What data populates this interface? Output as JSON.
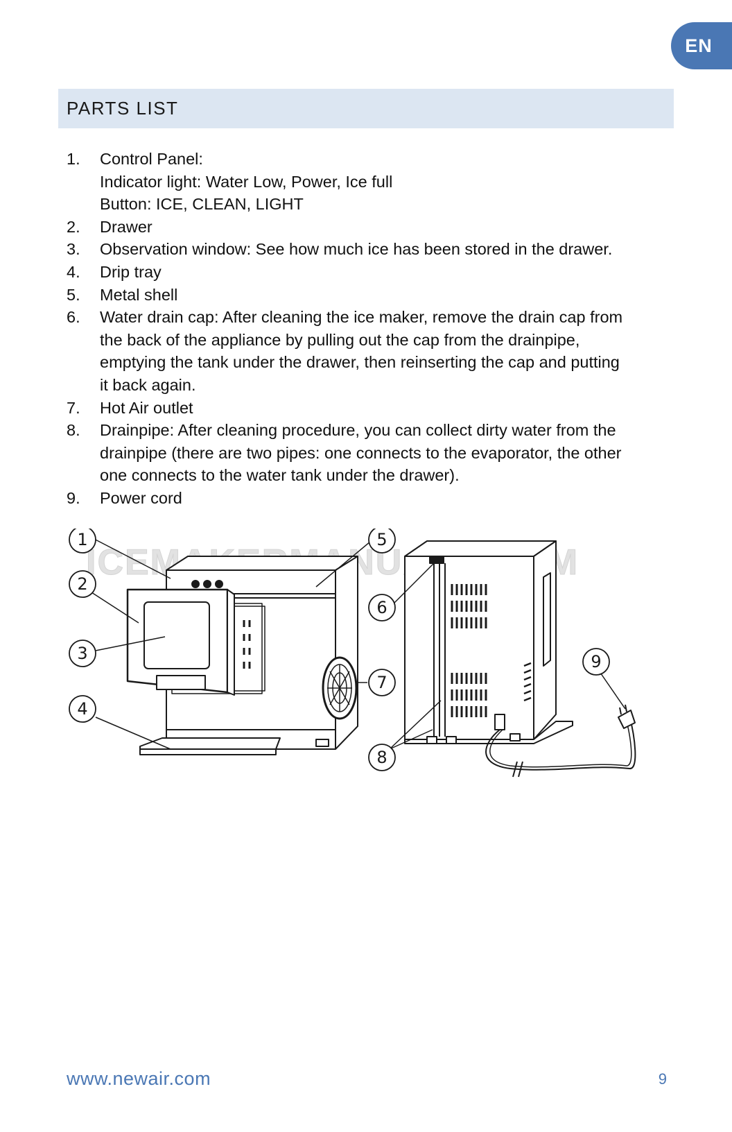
{
  "lang_tab": "EN",
  "section_title": "PARTS LIST",
  "parts": [
    {
      "num": "1.",
      "lines": [
        "Control Panel:",
        "Indicator light: Water Low, Power, Ice full",
        "Button: ICE, CLEAN, LIGHT"
      ]
    },
    {
      "num": "2.",
      "lines": [
        "Drawer"
      ]
    },
    {
      "num": "3.",
      "lines": [
        "Observation window: See how much ice has been stored in the drawer."
      ]
    },
    {
      "num": "4.",
      "lines": [
        "Drip tray"
      ]
    },
    {
      "num": "5.",
      "lines": [
        "Metal shell"
      ]
    },
    {
      "num": "6.",
      "lines": [
        "Water drain cap: After cleaning the ice maker, remove the drain cap from",
        "the back of the appliance by pulling out the cap from the drainpipe,",
        "emptying the tank under the drawer, then reinserting the cap and putting",
        "it back again."
      ]
    },
    {
      "num": "7.",
      "lines": [
        "Hot Air outlet"
      ]
    },
    {
      "num": "8.",
      "lines": [
        "Drainpipe: After cleaning procedure, you can collect dirty water from the",
        "drainpipe (there are two pipes: one connects to the evaporator, the other",
        "one connects to the water tank under the drawer)."
      ]
    },
    {
      "num": "9.",
      "lines": [
        "Power cord"
      ]
    }
  ],
  "diagram": {
    "watermark": "ICEMAKERMANUALS.COM",
    "callouts": [
      "1",
      "2",
      "3",
      "4",
      "5",
      "6",
      "7",
      "8",
      "9"
    ]
  },
  "footer": {
    "url": "www.newair.com",
    "page": "9"
  },
  "colors": {
    "accent": "#4a77b4",
    "header_bg": "#dce6f2"
  }
}
